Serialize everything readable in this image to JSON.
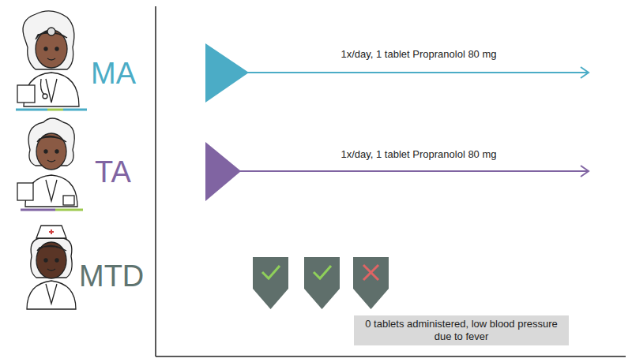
{
  "diagram": {
    "nodes": [
      {
        "text": [
          "0 tablets administered, low blood pressure due to fever"
        ]
      }
    ],
    "labels": [
      "MA",
      "TA",
      "MTD",
      "1x/day, 1 tablet Propranolol 80 mg",
      "1x/day, 1 tablet Propranolol 80 mg"
    ]
  }
}
